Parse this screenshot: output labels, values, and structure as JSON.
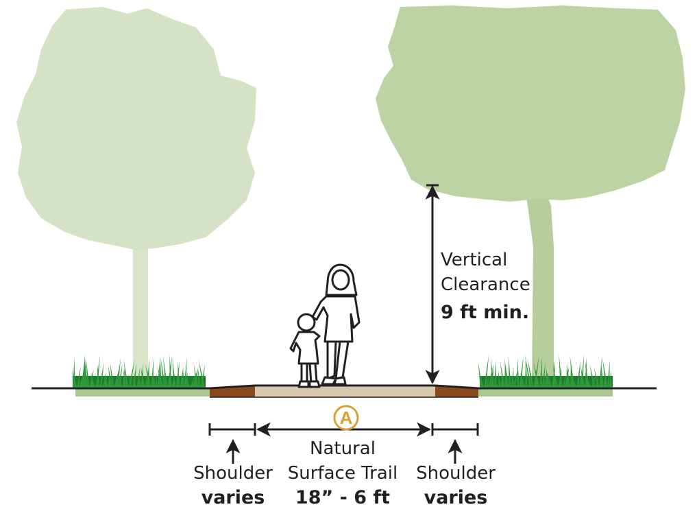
{
  "colors": {
    "tree_left": "#d5e2c6",
    "tree_right": "#bcd3a4",
    "trunk_left": "#d8e5c9",
    "trunk_right": "#b6cd9c",
    "grass": "#2e9a3a",
    "grass_dark": "#1f7a2c",
    "ground_strip": "#a9c88f",
    "trail_surface": "#d7c7ad",
    "shoulder": "#8a4a1f",
    "line": "#231f20",
    "badge": "#d9a036",
    "person_outline": "#231f20",
    "person_fill": "#ffffff"
  },
  "icons": {
    "tree_left": "deciduous-tree-icon",
    "tree_right": "deciduous-tree-icon",
    "people": "adult-and-child-walking-icon",
    "grass": "grass-tuft-icon",
    "badge": "circled-letter-badge"
  },
  "clearance": {
    "line1": "Vertical",
    "line2": "Clearance",
    "value": "9 ft min."
  },
  "badge": {
    "letter": "A"
  },
  "trail": {
    "line1": "Natural",
    "line2": "Surface Trail",
    "value": "18” - 6 ft"
  },
  "shoulder_left": {
    "label": "Shoulder",
    "value": "varies"
  },
  "shoulder_right": {
    "label": "Shoulder",
    "value": "varies"
  }
}
